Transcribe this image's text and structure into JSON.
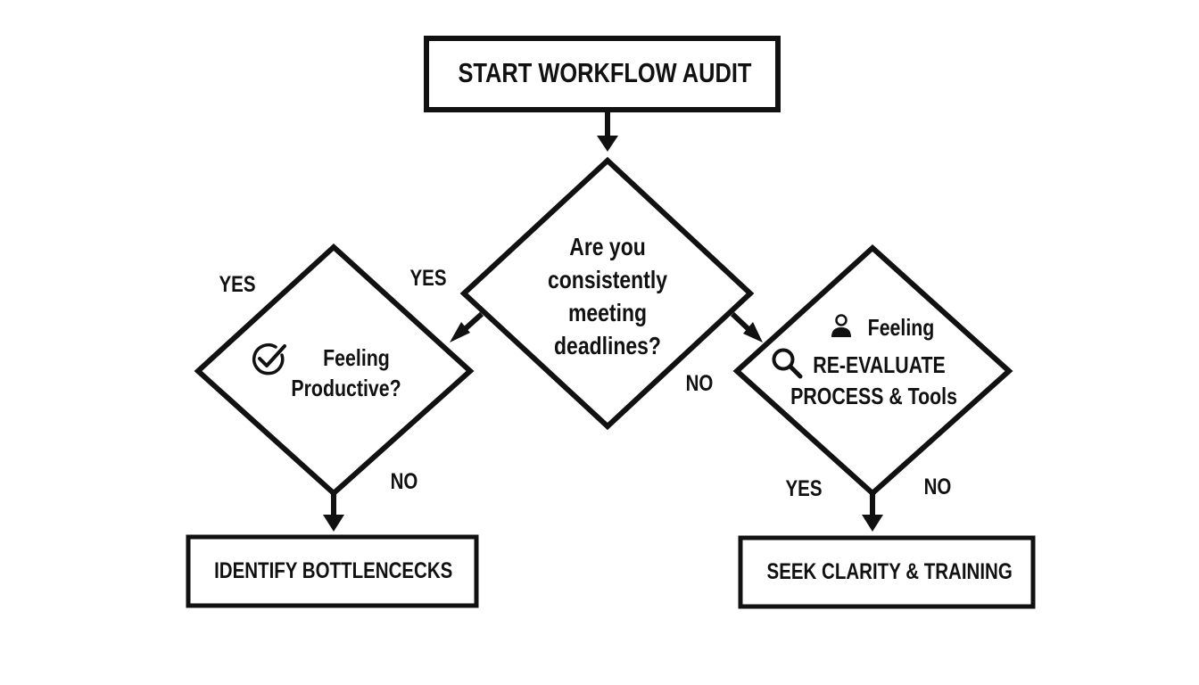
{
  "colors": {
    "stroke": "#111111",
    "fill": "#ffffff",
    "text": "#111111"
  },
  "nodes": {
    "start": {
      "label": "START WORKFLOW AUDIT"
    },
    "deadlines": {
      "lines": [
        "Are you",
        "consistently",
        "meeting",
        "deadlines?"
      ]
    },
    "productive": {
      "lines": [
        "Feeling",
        "Productive?"
      ],
      "icon": "check-circle-icon"
    },
    "reevaluate": {
      "lines": [
        "Feeling",
        "RE-EVALUATE",
        "PROCESS & Tools"
      ],
      "icons": [
        "user-icon",
        "search-icon"
      ]
    },
    "bottlenecks": {
      "label": "IDENTIFY BOTTLENCECKS"
    },
    "clarity": {
      "label": "SEEK CLARITY & TRAINING"
    }
  },
  "edge_labels": {
    "left_outer_yes": "YES",
    "center_yes": "YES",
    "center_no": "NO",
    "left_no": "NO",
    "right_yes": "YES",
    "right_no": "NO"
  }
}
